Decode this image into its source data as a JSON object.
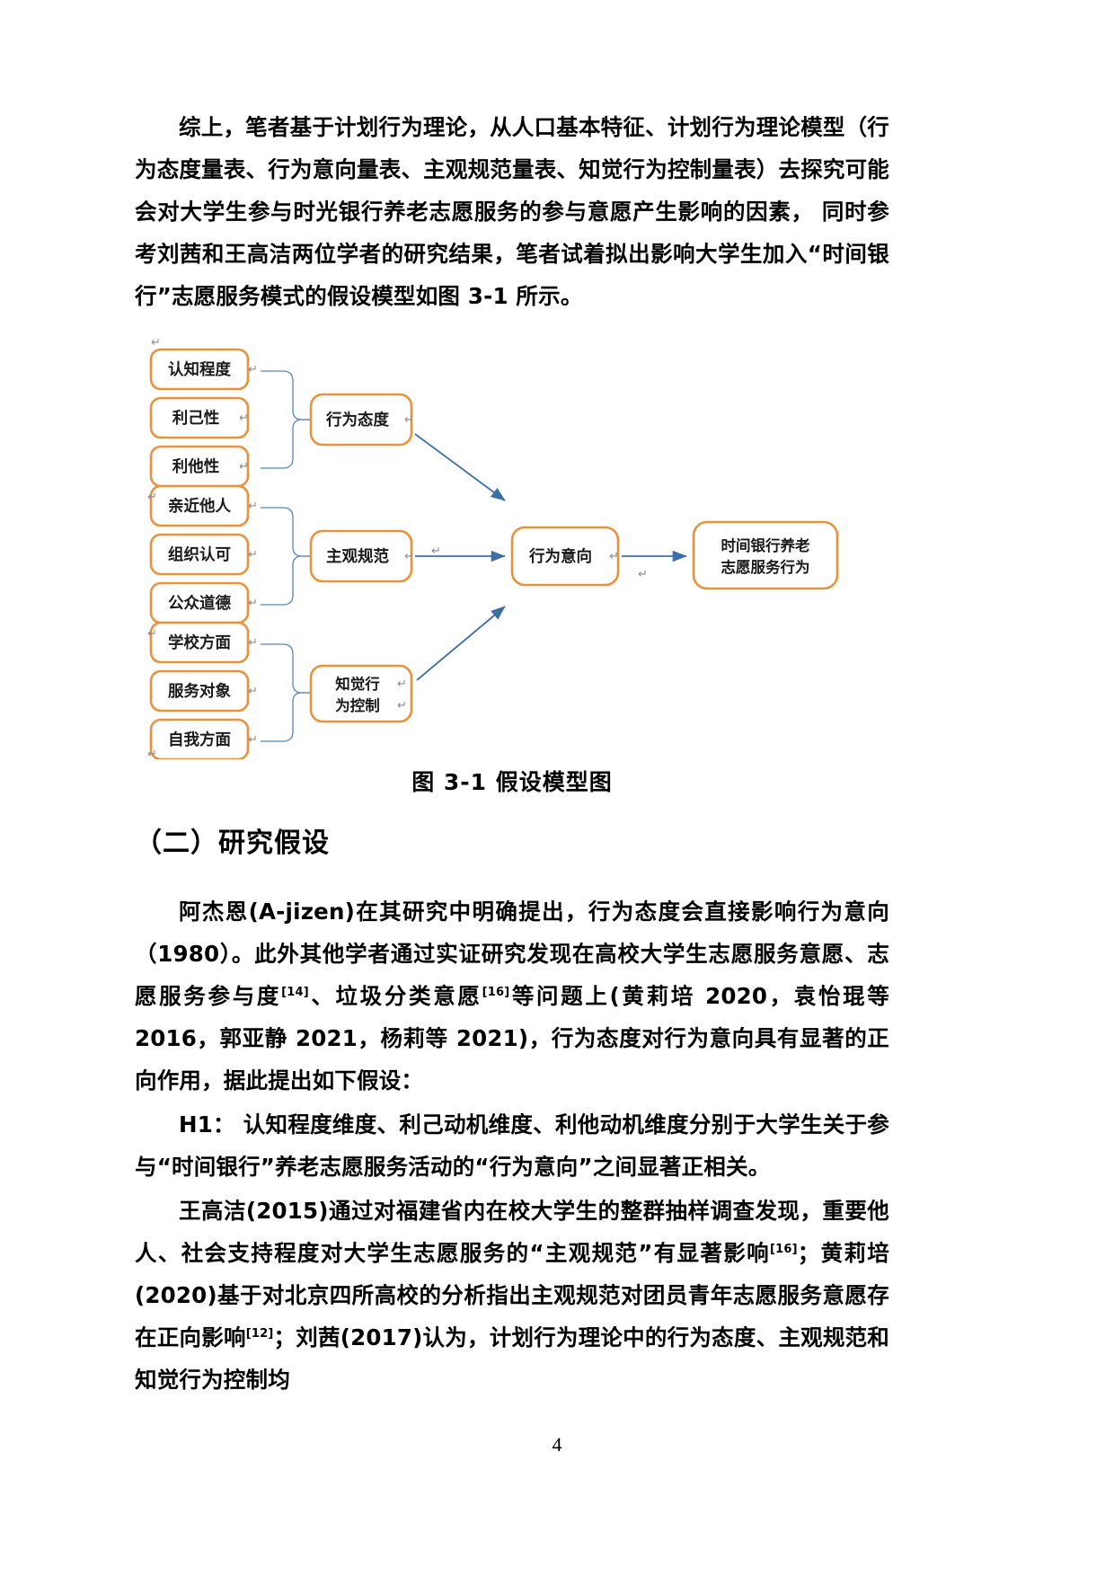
{
  "document": {
    "page_number": "4"
  },
  "paragraphs": {
    "intro": "综上，笔者基于计划行为理论，从人口基本特征、计划行为理论模型（行为态度量表、行为意向量表、主观规范量表、知觉行为控制量表）去探究可能会对大学生参与时光银行养老志愿服务的参与意愿产生影响的因素， 同时参考刘茜和王高洁两位学者的研究结果，笔者试着拟出影响大学生加入“时间银行”志愿服务模式的假设模型如图 3-1 所示。",
    "ajzen_part1": "阿杰恩(A-jizen)在其研究中明确提出，行为态度会直接影响行为意向（1980）。此外其他学者通过实证研究发现在高校大学生志愿服务意愿、志愿服务参与度",
    "ajzen_sup1": "[14]",
    "ajzen_part2": "、垃圾分类意愿",
    "ajzen_sup2": "[16]",
    "ajzen_part3": "等问题上(黄莉培 2020，袁怡琨等 2016，郭亚静 2021，杨莉等 2021)，行为态度对行为意向具有显著的正向作用，据此提出如下假设：",
    "h1": "H1： 认知程度维度、利己动机维度、利他动机维度分别于大学生关于参与“时间银行”养老志愿服务活动的“行为意向”之间显著正相关。",
    "wang_part1": "王高洁(2015)通过对福建省内在校大学生的整群抽样调查发现，重要他人、社会支持程度对大学生志愿服务的“主观规范”有显著影响",
    "wang_sup1": "[16]",
    "wang_part2": "；黄莉培(2020)基于对北京四所高校的分析指出主观规范对团员青年志愿服务意愿存在正向影响",
    "wang_sup2": "[12]",
    "wang_part3": "；刘茜(2017)认为，计划行为理论中的行为态度、主观规范和知觉行为控制均"
  },
  "heading": {
    "research_hypothesis": "（二）研究假设"
  },
  "figure": {
    "caption": "图 3-1 假设模型图",
    "colors": {
      "node_border": "#E8923C",
      "bracket_line": "#5B86B5",
      "arrow": "#3E6FA3",
      "pilcrow": "#8a8a8a"
    },
    "nodes": {
      "attitude_factors": [
        "认知程度",
        "利己性",
        "利他性"
      ],
      "norm_factors": [
        "亲近他人",
        "组织认可",
        "公众道德"
      ],
      "control_factors": [
        "学校方面",
        "服务对象",
        "自我方面"
      ],
      "attitude": "行为态度",
      "subjective_norm": "主观规范",
      "perceived_control_line1": "知觉行",
      "perceived_control_line2": "为控制",
      "intention": "行为意向",
      "outcome_line1": "时间银行养老",
      "outcome_line2": "志愿服务行为"
    },
    "pilcrow_glyph": "↵"
  }
}
